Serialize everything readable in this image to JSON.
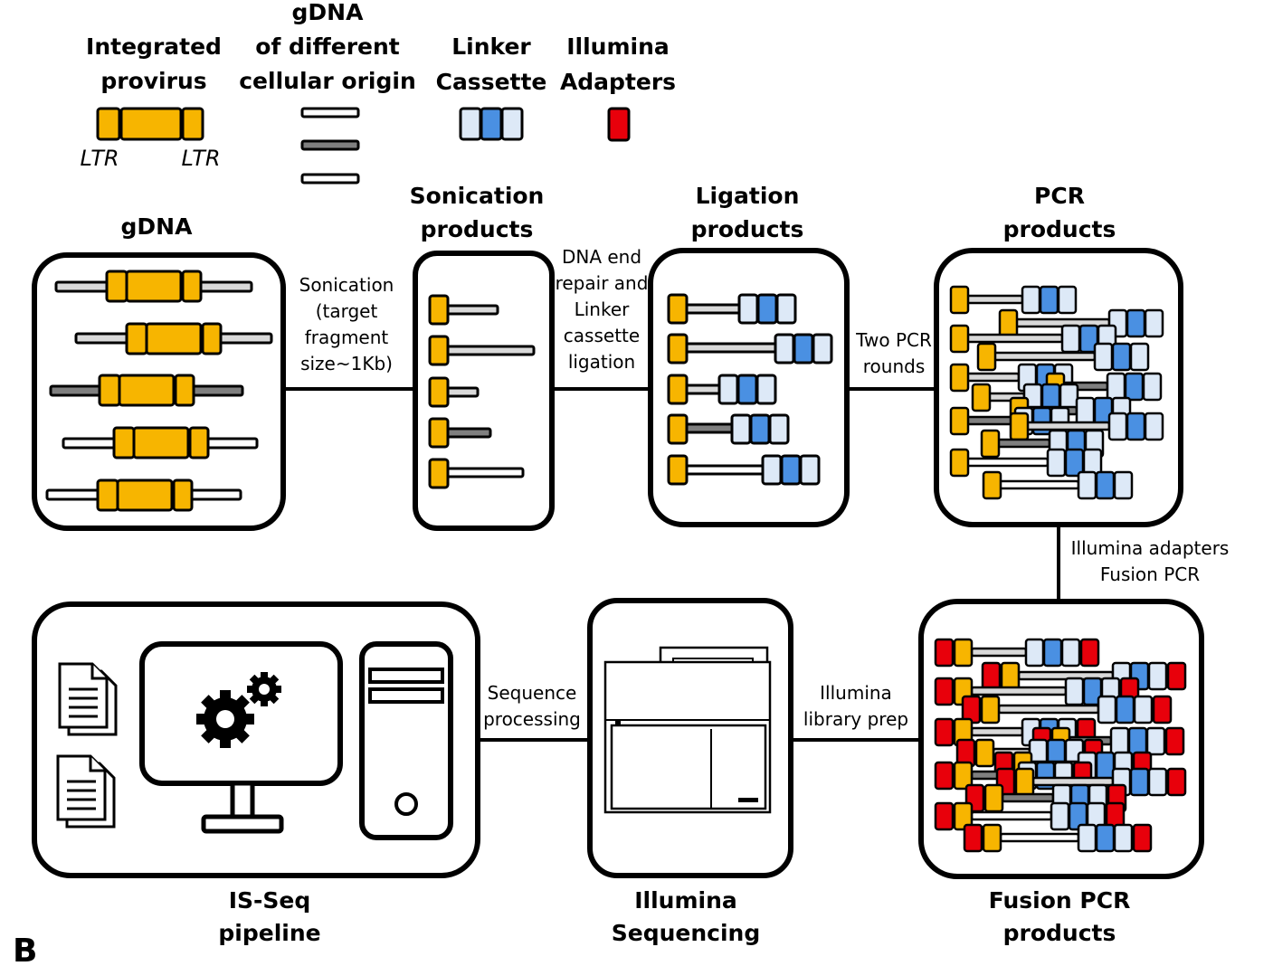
{
  "colors": {
    "ltr_orange": "#f7b500",
    "cassette_light": "#dde9f7",
    "cassette_blue": "#4a90e2",
    "adapter_red": "#e8000b",
    "gdna_light": "#d9d9d9",
    "gdna_dark": "#7f7f7f",
    "gdna_white": "#ffffff",
    "stroke": "#000000"
  },
  "legend": {
    "provirus": [
      "Integrated",
      "provirus"
    ],
    "ltr_left": "LTR",
    "ltr_right": "LTR",
    "gdna_origin": [
      "gDNA",
      "of different",
      "cellular origin"
    ],
    "linker": [
      "Linker",
      "Cassette"
    ],
    "adapters": [
      "Illumina",
      "Adapters"
    ]
  },
  "stages": {
    "gdna": [
      "gDNA"
    ],
    "sonication": [
      "Sonication",
      "products"
    ],
    "ligation": [
      "Ligation",
      "products"
    ],
    "pcr": [
      "PCR",
      "products"
    ],
    "fusion": [
      "Fusion PCR",
      "products"
    ],
    "sequencing": [
      "Illumina",
      "Sequencing"
    ],
    "pipeline": [
      "IS-Seq",
      "pipeline"
    ]
  },
  "steps": {
    "sonication_step": [
      "Sonication",
      "(target",
      "fragment",
      "size~1Kb)"
    ],
    "repair_step": [
      "DNA end",
      "repair and",
      "Linker",
      "cassette",
      "ligation"
    ],
    "pcr_step": [
      "Two PCR",
      "rounds"
    ],
    "adapters_step": [
      "Illumina adapters",
      "Fusion PCR"
    ],
    "libprep_step": [
      "Illumina",
      "library prep"
    ],
    "processing_step": [
      "Sequence",
      "processing"
    ]
  },
  "icons": {
    "documents": "document-stack-icon",
    "monitor": "monitor-gears-icon",
    "tower": "computer-tower-icon",
    "sequencer": "sequencer-machine-icon"
  },
  "panel_letter": "B"
}
